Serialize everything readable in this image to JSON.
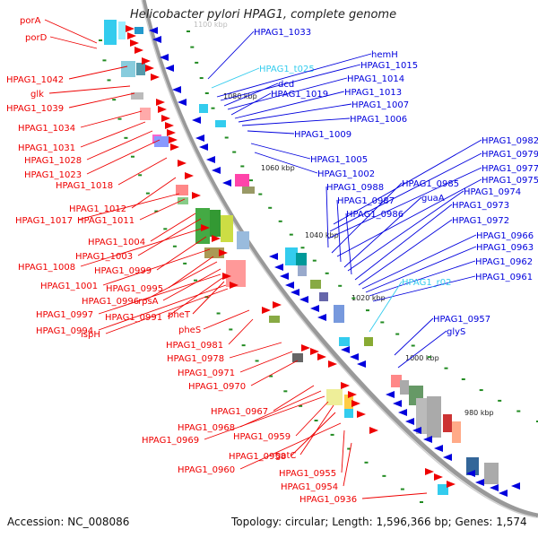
{
  "title": "Helicobacter pylori HPAG1, complete genome",
  "footer": {
    "accession": "Accession: NC_008086",
    "topology": "Topology: circular; Length: 1,596,366 bp; Genes: 1,574"
  },
  "colors": {
    "forward_strand_red": "#ee0000",
    "reverse_strand_blue": "#0000dd",
    "rna_cyan": "#33ccee",
    "backbone_gray": "#999999",
    "tick_green": "#228b22"
  },
  "scale_labels": [
    "1100 kbp",
    "1080 kbp",
    "1060 kbp",
    "1040 kbp",
    "1020 kbp",
    "1000 kbp",
    "980 kbp"
  ],
  "genes_left": [
    "porA",
    "porD",
    "HPAG1_1042",
    "glk",
    "HPAG1_1039",
    "HPAG1_1034",
    "HPAG1_1031",
    "HPAG1_1028",
    "HPAG1_1023",
    "HPAG1_1018",
    "HPAG1_1012",
    "HPAG1_1017",
    "HPAG1_1011",
    "HPAG1_1004",
    "HPAG1_1003",
    "HPAG1_1008",
    "HPAG1_0999",
    "HPAG1_1001",
    "HPAG1_0995",
    "HPAG1_0996",
    "rpsA",
    "HPAG1_0997",
    "HPAG1_0991",
    "pheT",
    "HPAG1_0994",
    "ispH",
    "pheS",
    "HPAG1_0981",
    "HPAG1_0978",
    "HPAG1_0971",
    "HPAG1_0970",
    "HPAG1_0967",
    "HPAG1_0968",
    "HPAG1_0969",
    "HPAG1_0959",
    "gatC",
    "HPAG1_0958",
    "HPAG1_0960",
    "HPAG1_0955",
    "HPAG1_0954",
    "HPAG1_0936"
  ],
  "genes_right": [
    "HPAG1_1033",
    "HPAG1_t025",
    "hemH",
    "HPAG1_1015",
    "dcd",
    "HPAG1_1014",
    "HPAG1_1019",
    "HPAG1_1013",
    "HPAG1_1007",
    "HPAG1_1006",
    "HPAG1_1009",
    "HPAG1_1005",
    "HPAG1_1002",
    "HPAG1_0982",
    "HPAG1_0979",
    "HPAG1_0977",
    "HPAG1_0988",
    "HPAG1_0985",
    "HPAG1_0975",
    "HPAG1_0987",
    "guaA",
    "HPAG1_0974",
    "HPAG1_0986",
    "HPAG1_0973",
    "HPAG1_0972",
    "HPAG1_0966",
    "HPAG1_0963",
    "HPAG1_0962",
    "HPAG1_0961",
    "HPAG1_r02",
    "HPAG1_0957",
    "glyS"
  ]
}
